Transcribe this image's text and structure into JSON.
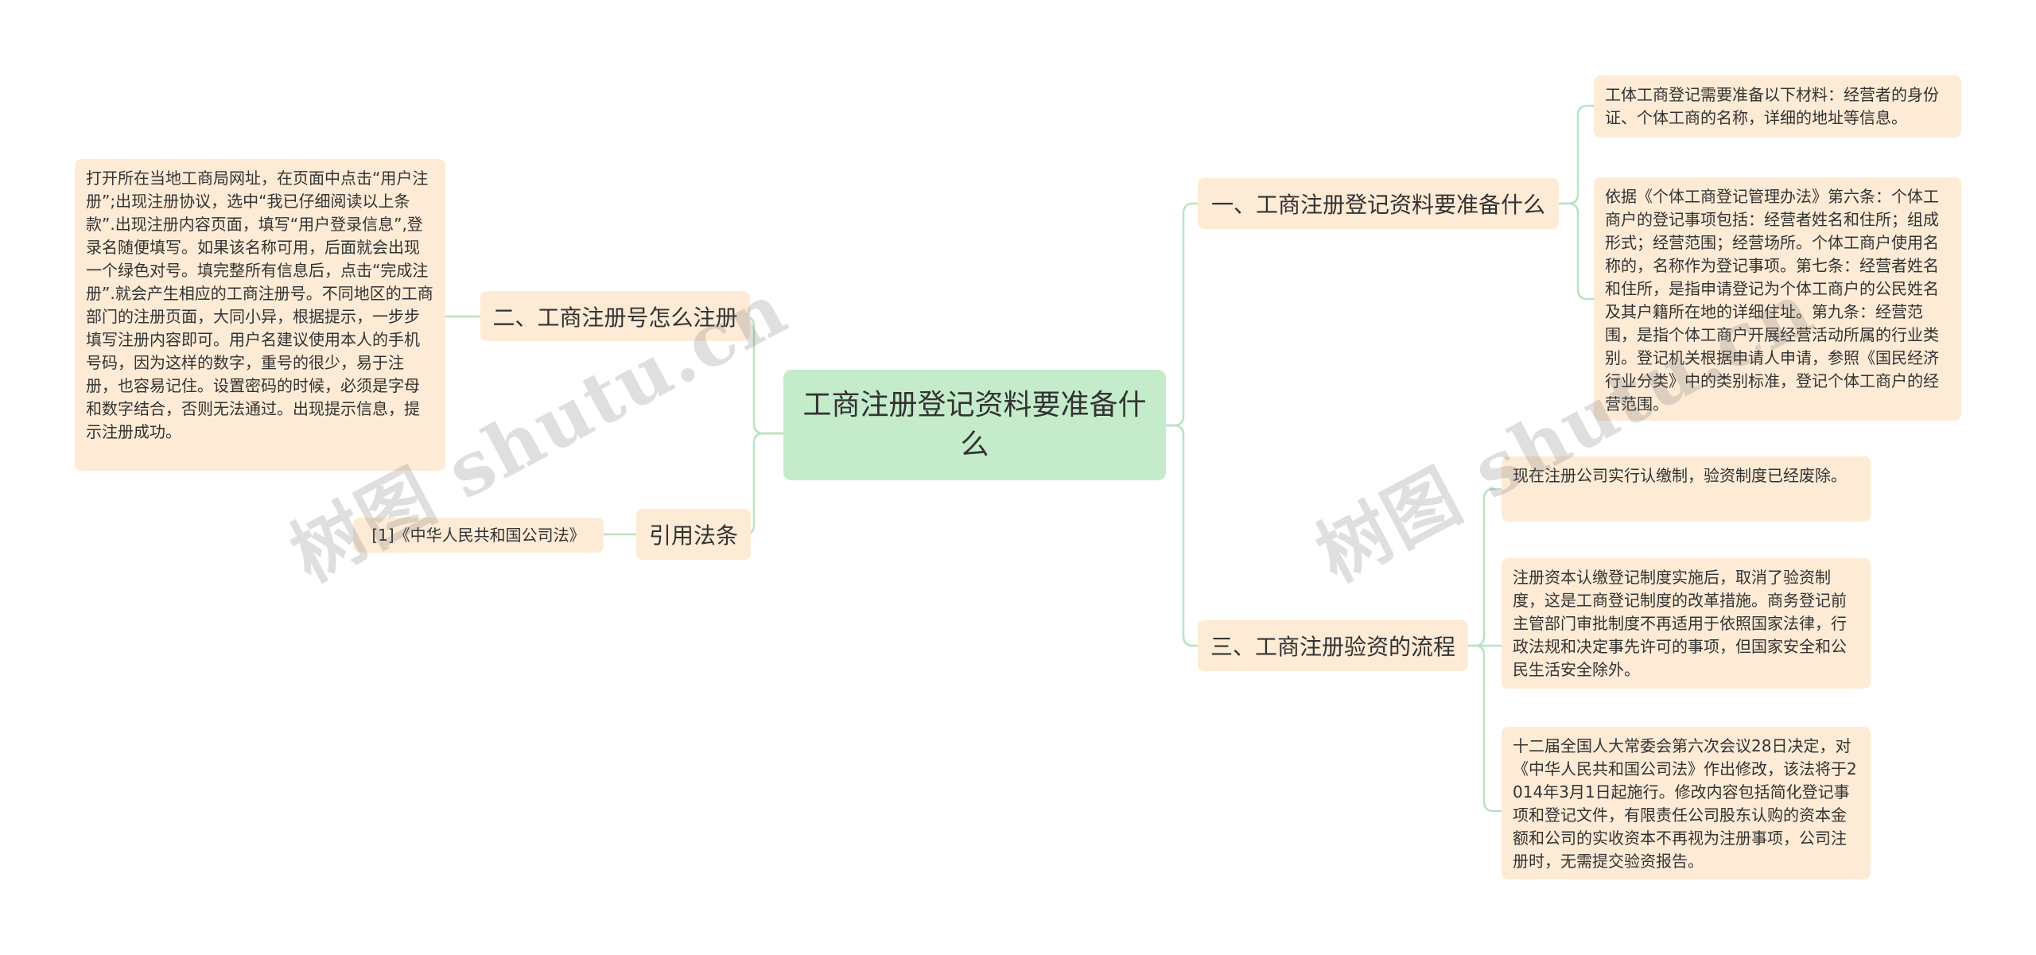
{
  "colors": {
    "root_fill": "#c4ebca",
    "node_fill": "#fdebd6",
    "connector": "#b9e3c0",
    "text": "#333333"
  },
  "root": {
    "label": "工商注册登记资料要准备什么"
  },
  "left": {
    "b2": {
      "label": "二、工商注册号怎么注册",
      "leaf": "打开所在当地工商局网址，在页面中点击“用户注册”;出现注册协议，选中“我已仔细阅读以上条款”.出现注册内容页面，填写“用户登录信息”,登录名随便填写。如果该名称可用，后面就会出现一个绿色对号。填完整所有信息后，点击“完成注册”.就会产生相应的工商注册号。不同地区的工商部门的注册页面，大同小异，根据提示，一步步填写注册内容即可。用户名建议使用本人的手机号码，因为这样的数字，重号的很少，易于注册，也容易记住。设置密码的时候，必须是字母和数字结合，否则无法通过。出现提示信息，提示注册成功。"
    },
    "cite": {
      "label": "引用法条",
      "leaf": "[1]《中华人民共和国公司法》"
    }
  },
  "right": {
    "b1": {
      "label": "一、工商注册登记资料要准备什么",
      "leaves": [
        "工体工商登记需要准备以下材料：经营者的身份证、个体工商的名称，详细的地址等信息。",
        "依据《个体工商登记管理办法》第六条：个体工商户的登记事项包括：经营者姓名和住所；组成形式；经营范围；经营场所。个体工商户使用名称的，名称作为登记事项。第七条：经营者姓名和住所，是指申请登记为个体工商户的公民姓名及其户籍所在地的详细住址。第九条：经营范围，是指个体工商户开展经营活动所属的行业类别。登记机关根据申请人申请，参照《国民经济行业分类》中的类别标准，登记个体工商户的经营范围。"
      ]
    },
    "b3": {
      "label": "三、工商注册验资的流程",
      "leaves": [
        "现在注册公司实行认缴制，验资制度已经废除。",
        "注册资本认缴登记制度实施后，取消了验资制度，这是工商登记制度的改革措施。商务登记前主管部门审批制度不再适用于依照国家法律，行政法规和决定事先许可的事项，但国家安全和公民生活安全除外。",
        "十二届全国人大常委会第六次会议28日决定，对《中华人民共和国公司法》作出修改，该法将于2014年3月1日起施行。修改内容包括简化登记事项和登记文件，有限责任公司股东认购的资本金额和公司的实收资本不再视为注册事项，公司注册时，无需提交验资报告。"
      ]
    }
  },
  "watermarks": [
    "树图 shutu.cn",
    "树图 shutu.cn"
  ]
}
